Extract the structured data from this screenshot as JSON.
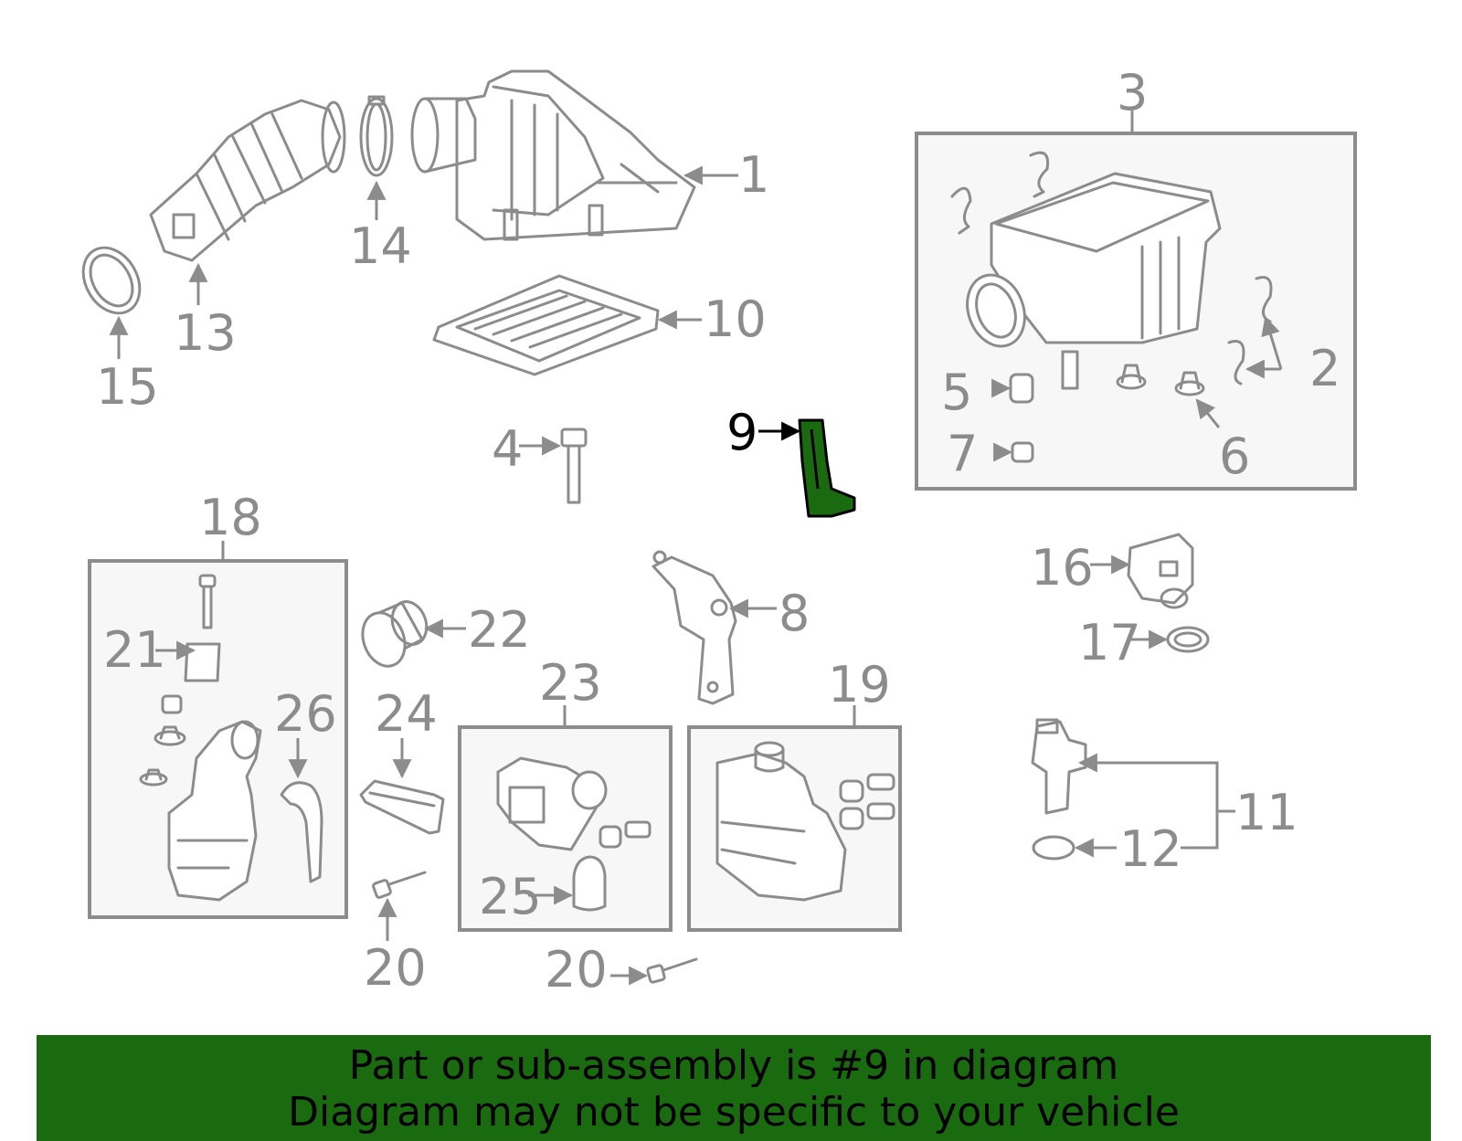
{
  "colors": {
    "highlight": "#1a6b10",
    "line_gray": "#8c8c8c",
    "box_fill": "#f7f7f7"
  },
  "labels": {
    "p1": "1",
    "p2": "2",
    "p3": "3",
    "p4": "4",
    "p5": "5",
    "p6": "6",
    "p7": "7",
    "p8": "8",
    "p9": "9",
    "p10": "10",
    "p11": "11",
    "p12": "12",
    "p13": "13",
    "p14": "14",
    "p15": "15",
    "p16": "16",
    "p17": "17",
    "p18": "18",
    "p19": "19",
    "p20a": "20",
    "p20b": "20",
    "p21": "21",
    "p22": "22",
    "p23": "23",
    "p24": "24",
    "p25": "25",
    "p26": "26"
  },
  "highlighted_part": "9",
  "banner": {
    "line1": "Part or sub-assembly is #9 in diagram",
    "line2": "Diagram may not be specific to your vehicle"
  }
}
